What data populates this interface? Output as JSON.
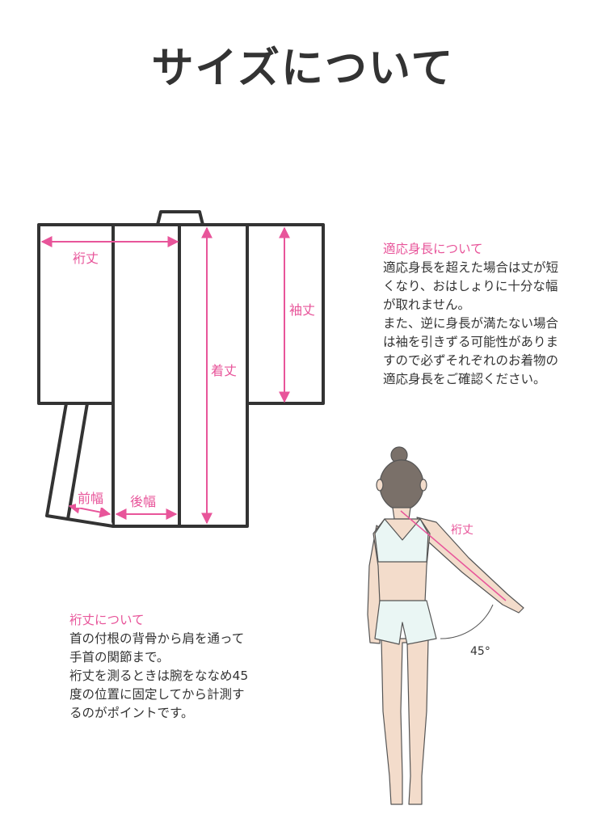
{
  "title": "サイズについて",
  "colors": {
    "accent": "#e8559a",
    "outline": "#333333",
    "skin": "#f3dccb",
    "top": "#eaf6f4",
    "hair": "#7a7069"
  },
  "diagram": {
    "labels": {
      "yuki": "裄丈",
      "sode": "袖丈",
      "kitake": "着丈",
      "maehaba": "前幅",
      "ushirohaba": "後幅"
    }
  },
  "tekiou": {
    "heading": "適応身長について",
    "lines": [
      "適応身長を超えた場合は丈が短",
      "くなり、おはしょりに十分な幅",
      "が取れません。",
      "また、逆に身長が満たない場合",
      "は袖を引きずる可能性がありま",
      "すので必ずそれぞれのお着物の",
      "適応身長をご確認ください。"
    ]
  },
  "figure": {
    "yuki_label": "裄丈",
    "angle_label": "45°"
  },
  "yuki_info": {
    "heading": "裄丈について",
    "lines": [
      "首の付根の背骨から肩を通って",
      "手首の関節まで。",
      "裄丈を測るときは腕をななめ45",
      "度の位置に固定してから計測す",
      "るのがポイントです。"
    ]
  }
}
